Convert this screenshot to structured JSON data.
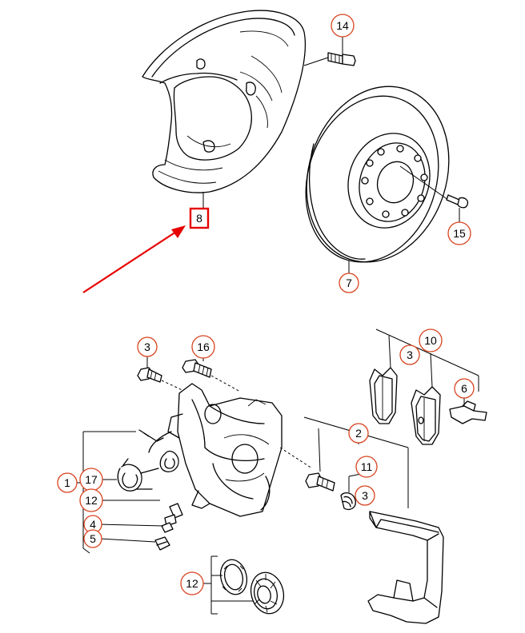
{
  "callouts": [
    {
      "id": "c14",
      "label": "14"
    },
    {
      "id": "c8",
      "label": "8"
    },
    {
      "id": "c15",
      "label": "15"
    },
    {
      "id": "c7",
      "label": "7"
    },
    {
      "id": "c3a",
      "label": "3"
    },
    {
      "id": "c16",
      "label": "16"
    },
    {
      "id": "c10",
      "label": "10"
    },
    {
      "id": "c3b",
      "label": "3"
    },
    {
      "id": "c6",
      "label": "6"
    },
    {
      "id": "c2",
      "label": "2"
    },
    {
      "id": "c11",
      "label": "11"
    },
    {
      "id": "c3c",
      "label": "3"
    },
    {
      "id": "c1",
      "label": "1"
    },
    {
      "id": "c17",
      "label": "17"
    },
    {
      "id": "c12a",
      "label": "12"
    },
    {
      "id": "c4",
      "label": "4"
    },
    {
      "id": "c5",
      "label": "5"
    },
    {
      "id": "c12b",
      "label": "12"
    }
  ],
  "highlight": {
    "target": "8",
    "color": "#e60000"
  },
  "colors": {
    "callout_ring": "#d8431f",
    "arrow": "#e60000",
    "line": "#000000"
  }
}
